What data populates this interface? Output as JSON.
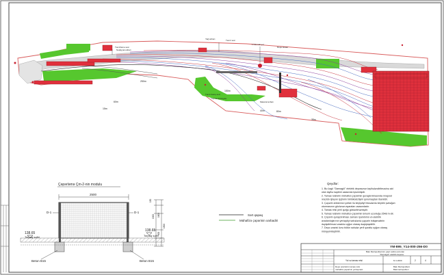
{
  "plan": {
    "labels": {
      "top_a": "Təmizləmə sexi",
      "top_b": "Yağ anbarı",
      "top_c": "Təmir sexi",
      "top_d": "1 Nömrəli yol",
      "top_e": "Depo binası",
      "mid_a": "Təmir-baxış sexi",
      "mid_b": "Yuyma stansiyası",
      "mid_c": "Material anbarı",
      "left_a": "Nəqliyyat anbarı",
      "dist_250m": "250m",
      "dist_150m": "150m",
      "dist_40m": "40m",
      "dist_15m": "15m",
      "dist_60m": "60m",
      "dist_80m": "80m",
      "dist_35m": "35m"
    }
  },
  "detail": {
    "title": "Çəpərləmə Çm-2-nin modulu",
    "width_dim": "2500",
    "d1_left": "D-1",
    "d1_right": "D-1",
    "elev_left": "138.65",
    "elev_right": "138.65",
    "soil_left": "Torpaq səthi",
    "soil_right": "Torpaq səthi",
    "beton_left": "Beton B15",
    "beton_right": "Beton B15",
    "dims_right": [
      "150",
      "1900",
      "1600",
      "600",
      "1500"
    ]
  },
  "legend": {
    "items": [
      {
        "label": "Sərt qapaq"
      },
      {
        "label": "Mühafizə çəpərinin xarbadiri"
      }
    ]
  },
  "notes": {
    "heading": "Qeydlər:",
    "lines": [
      "1. Bu üzgü \"Darnagül\" elektrik deposunun layihələndirilməsinə aid",
      "   olan layihə təqdimi əsasında işlənmişdir.",
      "2. Tamas relslərin mühafizə çəpərinin quraşdırılmasında məqsəd",
      "   ərazidə işləyən işçilərin təhlükəsizliyini qorumaqdan ibarətdir.",
      "3. Çəpərin anbarınızı yolları ilə keçişdiyi hissələrdə keçidin şəbəğən",
      "   oturmasının gözlənən ayaraları əsasındadır.",
      "4. Tamas relsi yerli qurğu göstərilməmişdir.",
      "5. Tamas relslərin mühafizə çəpərinin ümumi uzunluğu 2548 m-dir.",
      "6. Çəpərin quraşdırılması zamanı işarələmə və elektrik",
      "   avadanlıqlarının yerləşdiyi sahələrdə çəpərin istiqamətinin",
      "   dəyişdirilməsi ərazidə uyğun olaraq dəqiqləşdirilir.",
      "7. Depo ərazisi üzrə bütün sahələr yerli şəraitə uyğun olaraq",
      "   müəyyənləşdirilir."
    ]
  },
  "title_block": {
    "code": "YM-895_Y14-000-256-D0",
    "project_l1": "Bakı Metropoliteninin yaşıl xəttinə aid olan",
    "project_l2": "\"Darnagül\" elektrik deposu",
    "sheet_name": "Yol və tamas relsi",
    "desc_l1": "Depo ərazisinin tamas relsi",
    "desc_l2": "mühafizə çəpərinin yerləşməsi",
    "org_l1": "Bakı Metropoliteni",
    "org_l2": "Bakımetropoliten",
    "scale": "M 1:2000",
    "sheet_no": "2",
    "sheets": "4"
  },
  "colors": {
    "building": "#e0303c",
    "lawn": "#56c72e",
    "track_red": "#c8303a",
    "track_blue": "#4468c0",
    "track_purple": "#8a3a9a",
    "border": "#444444",
    "fence": "#2a2a2a"
  }
}
